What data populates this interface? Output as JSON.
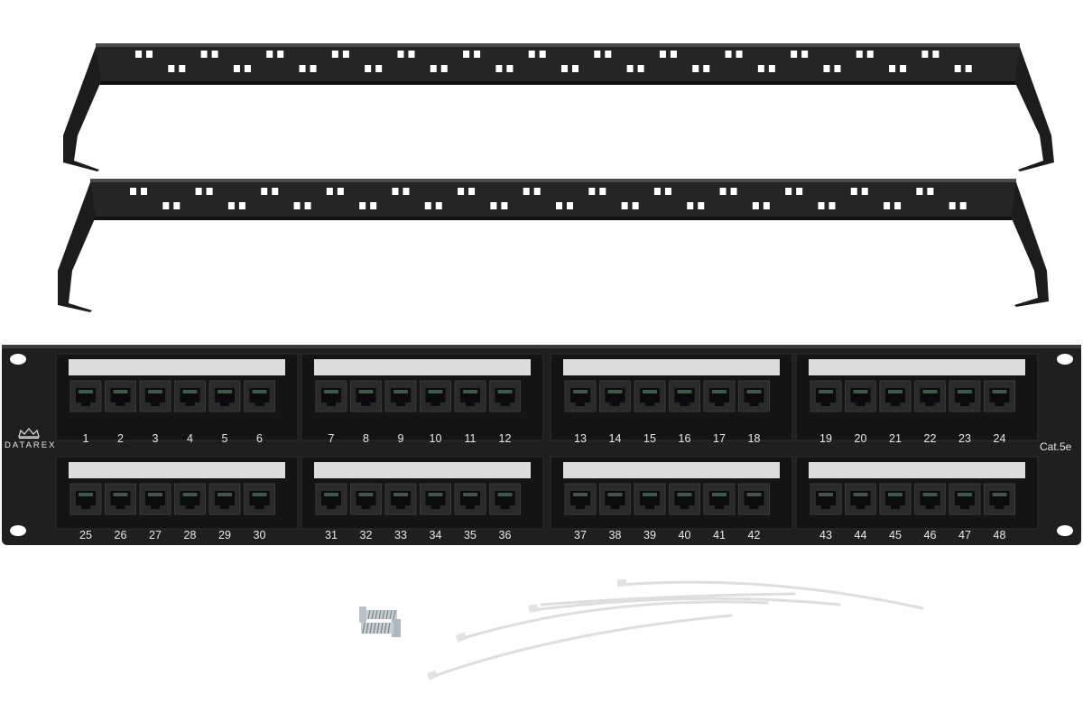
{
  "panel": {
    "brand": "DATAREX",
    "category": "Cat.5e",
    "port_labels_row1": [
      "1",
      "2",
      "3",
      "4",
      "5",
      "6",
      "7",
      "8",
      "9",
      "10",
      "11",
      "12",
      "13",
      "14",
      "15",
      "16",
      "17",
      "18",
      "19",
      "20",
      "21",
      "22",
      "23",
      "24"
    ],
    "port_labels_row2": [
      "25",
      "26",
      "27",
      "28",
      "29",
      "30",
      "31",
      "32",
      "33",
      "34",
      "35",
      "36",
      "37",
      "38",
      "39",
      "40",
      "41",
      "42",
      "43",
      "44",
      "45",
      "46",
      "47",
      "48"
    ]
  },
  "colors": {
    "panel_body": "#1f1f1f",
    "module": "#141414",
    "label_strip": "#dcdcdc",
    "bracket_metal": "#222222",
    "background": "#ffffff"
  },
  "icons": {
    "brand_logo": "crown-icon",
    "accessory_screws": "screw-icon",
    "accessory_ties": "cable-tie-icon"
  }
}
